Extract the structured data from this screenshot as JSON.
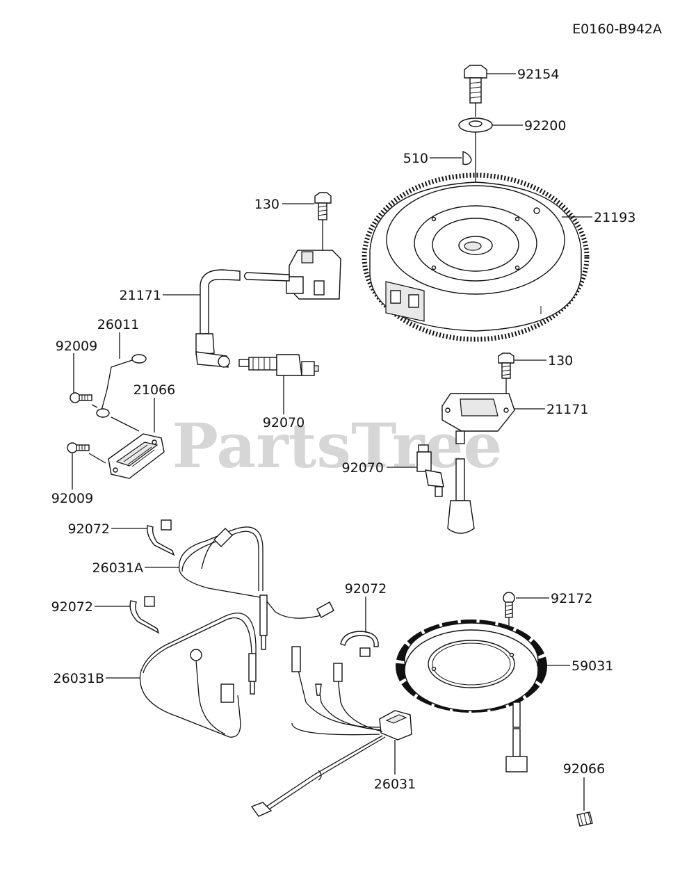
{
  "drawing_code": "E0160-B942A",
  "watermark": "PartsTree",
  "callouts": {
    "bolt_92154": "92154",
    "washer_92200": "92200",
    "key_510": "510",
    "bolt_130_top": "130",
    "flywheel_21193": "21193",
    "coil_21171_left": "21171",
    "lead_26011": "26011",
    "screw_92009_top": "92009",
    "regulator_21066": "21066",
    "screw_92009_bottom": "92009",
    "spark_plug_92070_left": "92070",
    "bolt_130_right": "130",
    "coil_21171_right": "21171",
    "spark_plug_92070_right": "92070",
    "clamp_92072_top": "92072",
    "harness_26031A": "26031A",
    "clamp_92072_mid": "92072",
    "clamp_92072_right": "92072",
    "bolt_92172": "92172",
    "harness_26031B": "26031B",
    "stator_59031": "59031",
    "harness_26031": "26031",
    "plug_92066": "92066"
  }
}
